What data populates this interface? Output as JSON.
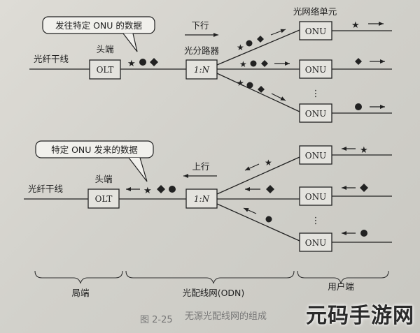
{
  "downstream": {
    "callout": "发往特定 ONU 的数据",
    "direction": "下行",
    "head_end": "头端",
    "fiber_trunk": "光纤干线",
    "olt": "OLT",
    "splitter_title": "光分路器",
    "splitter_ratio": "1:N",
    "onu_title": "光网络单元",
    "onu": [
      "ONU",
      "ONU",
      "ONU"
    ],
    "ellipsis": "⋮"
  },
  "upstream": {
    "callout": "特定 ONU 发来的数据",
    "direction": "上行",
    "head_end": "头端",
    "fiber_trunk": "光纤干线",
    "olt": "OLT",
    "splitter_ratio": "1:N",
    "onu": [
      "ONU",
      "ONU",
      "ONU"
    ],
    "ellipsis": "⋮"
  },
  "sections": {
    "central_office": "局端",
    "odn": "光配线网(ODN)",
    "user_end": "用户端"
  },
  "caption": {
    "number": "图 2-25",
    "text": "无源光配线网的组成"
  },
  "watermark": "元码手游网",
  "colors": {
    "ink": "#222222",
    "box_fill": "#e4e3de",
    "caption": "#777777"
  }
}
